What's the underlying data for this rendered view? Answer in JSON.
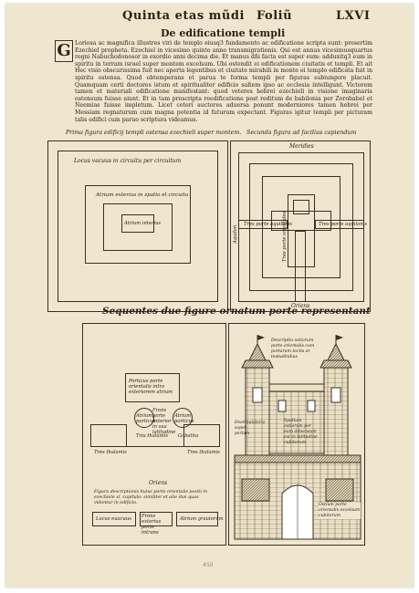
{
  "header": {
    "running_title": "Quinta etas mũdi",
    "folio_label": "Foliũ",
    "folio_number": "LXVI"
  },
  "section1": {
    "title": "De edificatione templi",
    "paragraph": "Loriosa ac magnifica illustres viri de templo eiusq3 fundamento ac edificatione scripta sunt: presertim Ezechiel propheta. Ezechiel in vicesimo quinto anno transmigrationis. Qui est annus vicesimusquartus regni Nabuchodonosor in exordio anni decima die. Et manus dñi facta est super eum: adduxitq3 eum in spiritu in terram israel super montem excelsum. Ubi ostendit ei edificationem ciuitatis et templi. Et ait Hec visio obscurissima fuit nec aperta legentibus et ciuitate mirabili in monte ei templo edificata fuit in spiritu ostensa. Quod obtemperans et parua te forma templi per figuras subiungere placuit. Quamquam certi doctores istum et spiritualiter edificio saltem ipso ac ecclesia intelligunt. Victorem tamen et materiali edificatione manifestant: quod veteres hebrei ezechieli in visione imaginaria ostensum fuisse aiunt. Et in tam prescripta reedificatione post reditum de babilonia per Zorobabel et Neemias fuisse impletum. Licet ceteri auctores aduersa ponunt moderniores tamen hebrei per Messiam regnaturum cum magna potentia id futurum expectant. Figuras igitur templi per picturam talis edifici cum paruo scriptura videamus.",
    "caption_left": "Prima figura edificij templi ostensa ezechieli super montem.",
    "caption_right": "Secunda figura ad facilius capiendum"
  },
  "figure1": {
    "outer_label": "Locus vacuus in circuitu per circuitum",
    "middle_label": "Atrium exterius in spatio et circuitu",
    "inner_label": "Atrium interius"
  },
  "figure2": {
    "top_label": "Meridies",
    "bottom_label": "Oriens",
    "left_side_label": "Aquilon",
    "left_gate": "Tres porte aquilonis",
    "right_gate": "Tres porte aquilonis",
    "center_gate": "Tres porte orientales"
  },
  "section2": {
    "title": "Sequentes due figure ornatum porte representant",
    "plan_labels": {
      "top_block": "Porticus porte orientalis intra exteriorem atrium",
      "left_pillar": "Atrium porticus",
      "center": "Frons porte exterior in sua latitudine",
      "right_pillar": "Atrium porticus",
      "left_small": "Tria thalamis",
      "right_small": "Gabatha",
      "bottom_left": "Tres thalamis",
      "bottom_right": "Tres thalamis",
      "oriens": "Oriens",
      "note": "Figura descriptionis huius porte orientalis positi in ezechiele xl. capitulo: similiter et alie due quas videntur in edificio.",
      "box_left": "Locus euacuus",
      "box_mid": "Frons exterius porte intrans",
      "box_right": "Atrium grauiorum"
    },
    "gate_labels": {
      "top_left": "Descriptio ostiorum porte orientalis cum portarum tectis et testudinibus",
      "right_mid": "Spatium ostiorum per eum dimensum est in latitudine cubitorum",
      "left_mid": "Deambulatoria super portam",
      "bottom_right": "Ostium porte orientalis excelsum cubitorum"
    }
  },
  "pencil_note": "450"
}
